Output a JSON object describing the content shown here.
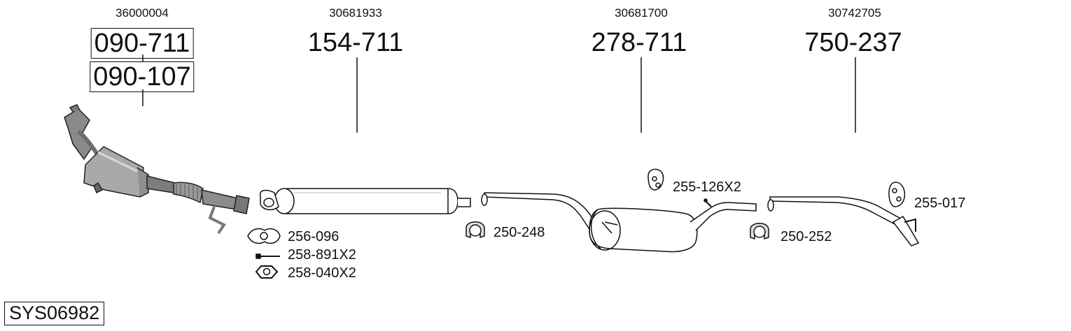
{
  "groups": [
    {
      "oe_number": "36000004",
      "part_numbers": [
        "090-711",
        "090-107"
      ]
    },
    {
      "oe_number": "30681933",
      "part_numbers": [
        "154-711"
      ]
    },
    {
      "oe_number": "30681700",
      "part_numbers": [
        "278-711"
      ]
    },
    {
      "oe_number": "30742705",
      "part_numbers": [
        "750-237"
      ]
    }
  ],
  "accessories": {
    "gasket": "256-096",
    "bolt": "258-891X2",
    "nut": "258-040X2",
    "clamp_1": "250-248",
    "hanger_1": "255-126X2",
    "clamp_2": "250-252",
    "hanger_2": "255-017"
  },
  "system_id": "SYS06982"
}
